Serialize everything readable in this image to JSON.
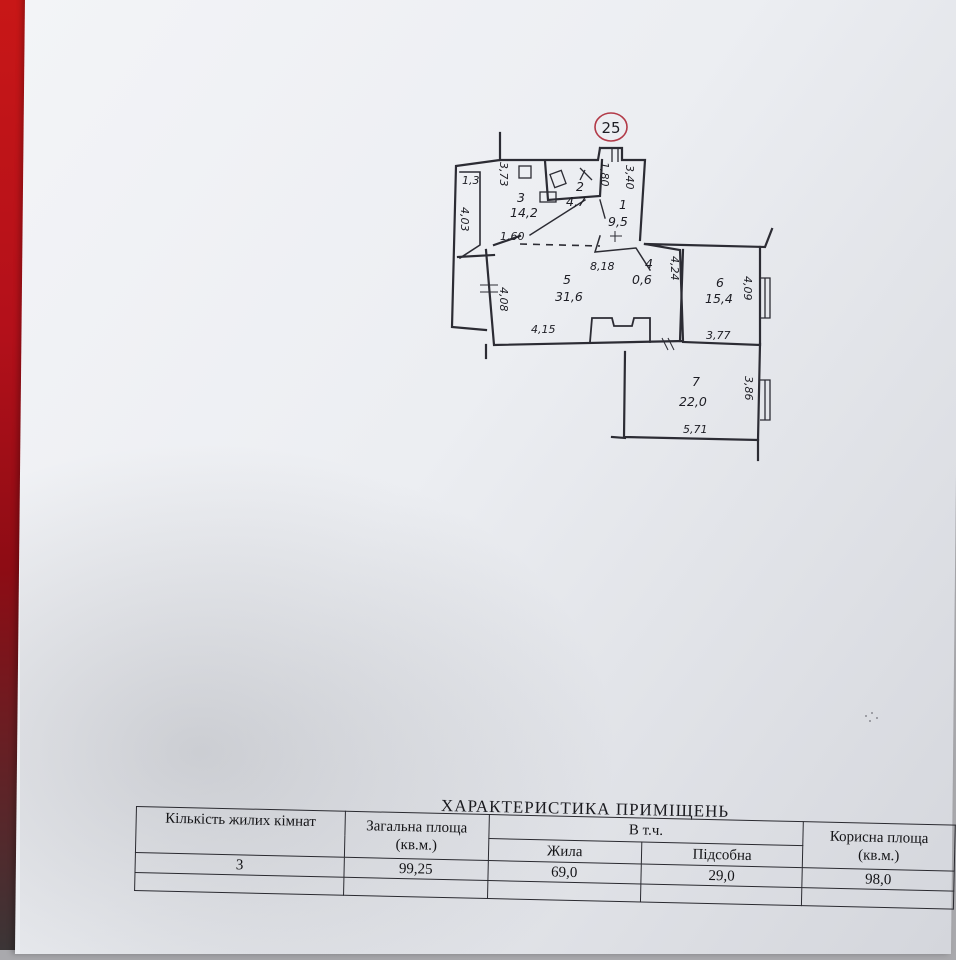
{
  "stamp": {
    "number": "25"
  },
  "plan": {
    "rooms": [
      {
        "number": "1",
        "area": "9,5"
      },
      {
        "number": "2",
        "area": "4,7"
      },
      {
        "number": "3",
        "area": "14,2"
      },
      {
        "number": "4",
        "area": "0,6"
      },
      {
        "number": "5",
        "area": "31,6"
      },
      {
        "number": "6",
        "area": "15,4"
      },
      {
        "number": "7",
        "area": "22,0"
      }
    ],
    "dimensions": [
      "1,3",
      "3,73",
      "4,03",
      "1,60",
      "1,80",
      "3,40",
      "8,18",
      "4,24",
      "4,08",
      "4,15",
      "4,09",
      "3,77",
      "3,86",
      "5,71"
    ]
  },
  "table": {
    "title": "ХАРАКТЕРИСТИКА   ПРИМІЩЕНЬ",
    "headers": {
      "rooms_count": "Кількість жилих кімнат",
      "total_area": "Загальна площа",
      "total_area_unit": "(кв.м.)",
      "including": "В т.ч.",
      "living": "Жила",
      "auxiliary": "Підсобна",
      "useful_area": "Корисна площа",
      "useful_area_unit": "(кв.м.)"
    },
    "values": {
      "rooms_count": "3",
      "total_area": "99,25",
      "living": "69,0",
      "auxiliary": "29,0",
      "useful_area": "98,0"
    }
  }
}
